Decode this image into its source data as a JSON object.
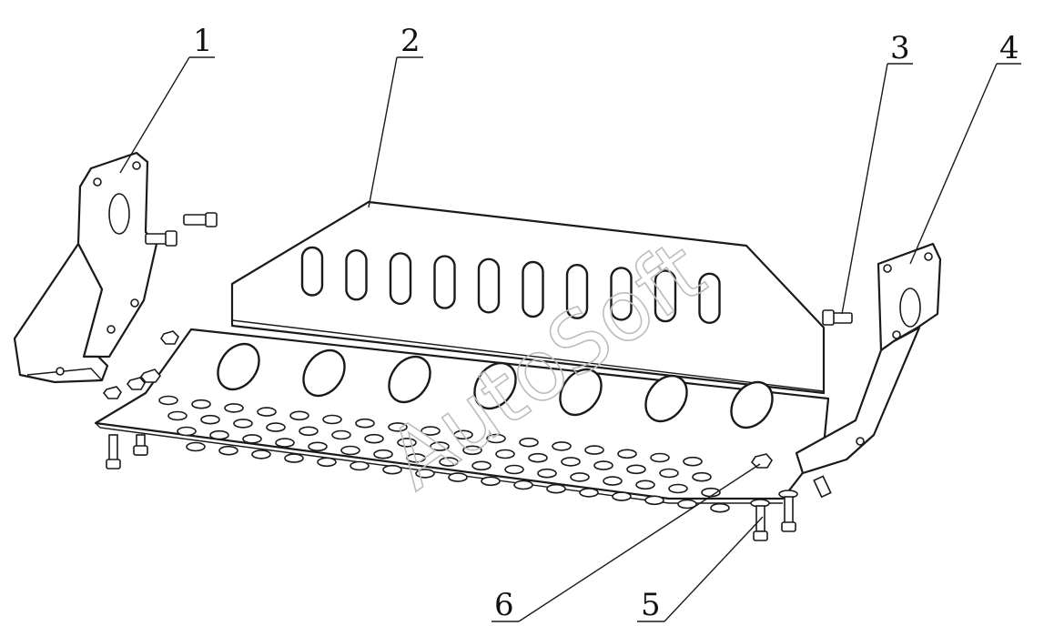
{
  "watermark": "AutoSoft",
  "callouts": [
    {
      "id": "1",
      "label": "1"
    },
    {
      "id": "2",
      "label": "2"
    },
    {
      "id": "3",
      "label": "3"
    },
    {
      "id": "4",
      "label": "4"
    },
    {
      "id": "5",
      "label": "5"
    },
    {
      "id": "6",
      "label": "6"
    }
  ],
  "colors": {
    "line": "#1a1a1a",
    "watermark": "#bdbdbd",
    "background": "#ffffff"
  }
}
